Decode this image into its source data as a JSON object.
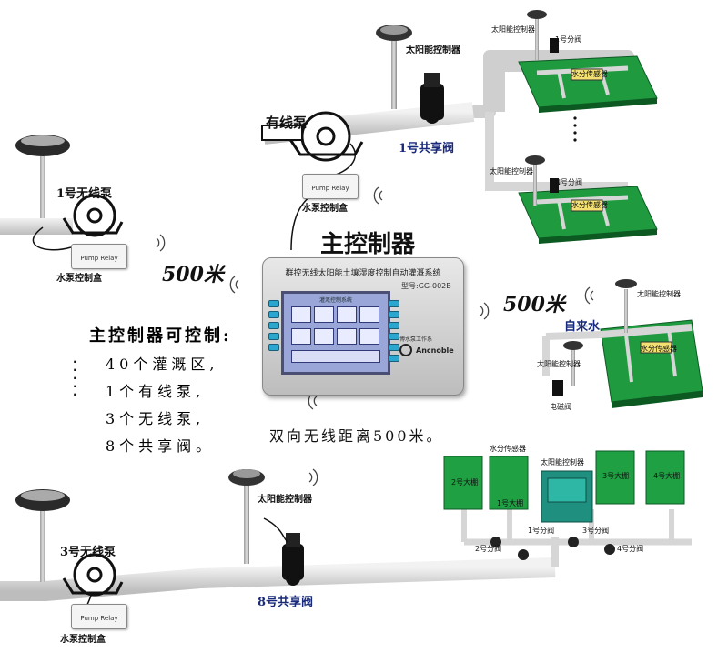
{
  "title": "主控制器",
  "controller": {
    "device_title": "群控无线太阳能土壤湿度控制自动灌溉系统",
    "model": "型号:GG-002B",
    "screen_header": "灌溉控制系统",
    "brand_sub": "博水泵工作系",
    "brand": "Ancnoble"
  },
  "top": {
    "wired_pump": "有线泵",
    "solar_controller": "太阳能控制器",
    "shared_valve": "1号共享阀",
    "relay_text": "Pump Relay",
    "relay_caption": "水泵控制盒"
  },
  "field_top_right": {
    "solar_controller_1": "太阳能控制器",
    "valve_1": "1号分阀",
    "sensor_1": "水分传感器",
    "solar_controller_2": "太阳能控制器",
    "valve_2": "N号分阀",
    "sensor_2": "水分传感器"
  },
  "left_pump": {
    "name": "1号无线泵",
    "relay_text": "Pump Relay",
    "relay_caption": "水泵控制盒"
  },
  "range_left": "500米",
  "range_right": "500米",
  "tap_water": {
    "label": "自来水",
    "solar_controller_1": "太阳能控制器",
    "sensor": "水分传感器",
    "solar_controller_2": "太阳能控制器",
    "valve": "电磁阀"
  },
  "capability": {
    "heading": "主控制器可控制:",
    "items": [
      "40个灌溉区,",
      "1个有线泵,",
      "3个无线泵,",
      "8个共享阀。"
    ],
    "dots": "·\n·\n·\n·\n·"
  },
  "wireless_range": "双向无线距离500米。",
  "bottom": {
    "pump_name": "3号无线泵",
    "relay_text": "Pump Relay",
    "relay_caption": "水泵控制盒",
    "solar_controller": "太阳能控制器",
    "shared_valve": "8号共享阀"
  },
  "greenhouse": {
    "sensor": "水分传感器",
    "controller": "太阳能控制器",
    "shed_2": "2号大棚",
    "shed_1": "1号大棚",
    "shed_3": "3号大棚",
    "shed_4": "4号大棚",
    "valve_1": "1号分阀",
    "valve_2": "2号分阀",
    "valve_3": "3号分阀",
    "valve_4": "4号分阀"
  },
  "colors": {
    "field_green": "#1f9a3f",
    "pipe_gray": "#d6d6d6",
    "label_blue": "#1a2a7a",
    "screen_blue": "#9aa5d8"
  }
}
